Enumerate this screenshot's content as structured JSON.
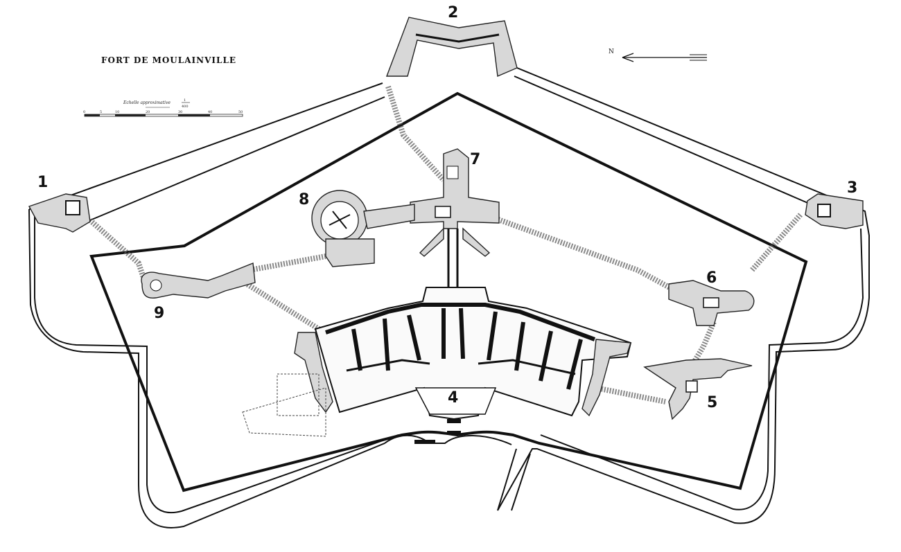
{
  "title": "FORT DE MOULAINVILLE",
  "north_label": "N",
  "scale": {
    "caption": "Echelle approximative",
    "fraction_top": "1",
    "fraction_bottom": "400",
    "ticks": [
      "0",
      "5",
      "10",
      "20",
      "30",
      "40",
      "50"
    ]
  },
  "labels": [
    "1",
    "2",
    "3",
    "4",
    "5",
    "6",
    "7",
    "8",
    "9"
  ]
}
